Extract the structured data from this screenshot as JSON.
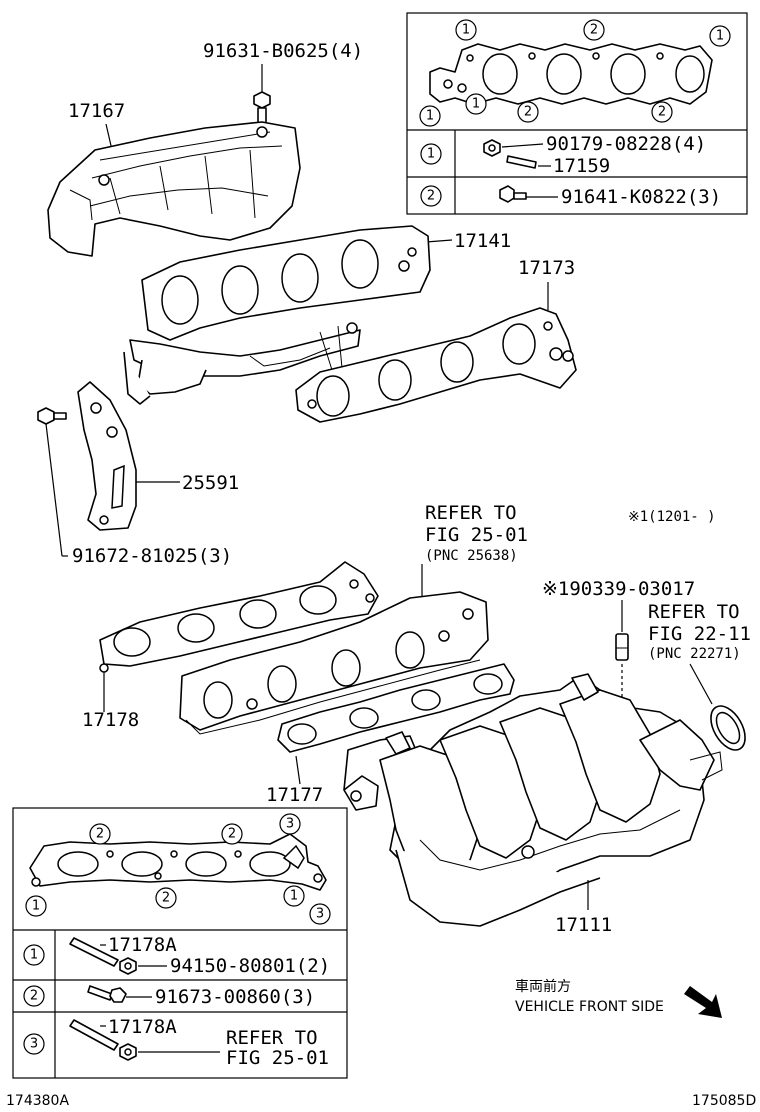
{
  "labels": {
    "bolt_91631": "91631-B0625(4)",
    "heat_insulator": "17167",
    "exhaust_manifold": "17141",
    "exhaust_gasket": "17173",
    "bracket": "25591",
    "bolt_91672": "91672-81025(3)",
    "refer_fig_25_a": "REFER TO",
    "refer_fig_25_b": "FIG 25-01",
    "refer_fig_25_c": "(PNC 25638)",
    "note_1201": "※1(1201-   )",
    "sensor_90339": "※190339-03017",
    "refer_fig_22_a": "REFER TO",
    "refer_fig_22_b": "FIG 22-11",
    "refer_fig_22_c": "(PNC 22271)",
    "intake_gasket": "17178",
    "spacer_gasket": "17177",
    "intake_manifold": "17111",
    "front_cn": "車両前方",
    "front_en": "VEHICLE FRONT SIDE",
    "code_left": "174380A",
    "code_right": "175085D"
  },
  "top_box": {
    "row1_code_a": "90179-08228(4)",
    "row1_code_b": "17159",
    "row2_code": "91641-K0822(3)"
  },
  "bottom_box": {
    "row1_code_a": "17178A",
    "row1_code_b": "94150-80801(2)",
    "row2_code": "91673-00860(3)",
    "row3_code_a": "17178A",
    "row3_refer_a": "REFER TO",
    "row3_refer_b": "FIG 25-01"
  },
  "callouts": {
    "one": "1",
    "two": "2",
    "three": "3"
  },
  "icons": [
    "bolt-icon",
    "nut-icon",
    "stud-icon",
    "arrow-icon"
  ]
}
